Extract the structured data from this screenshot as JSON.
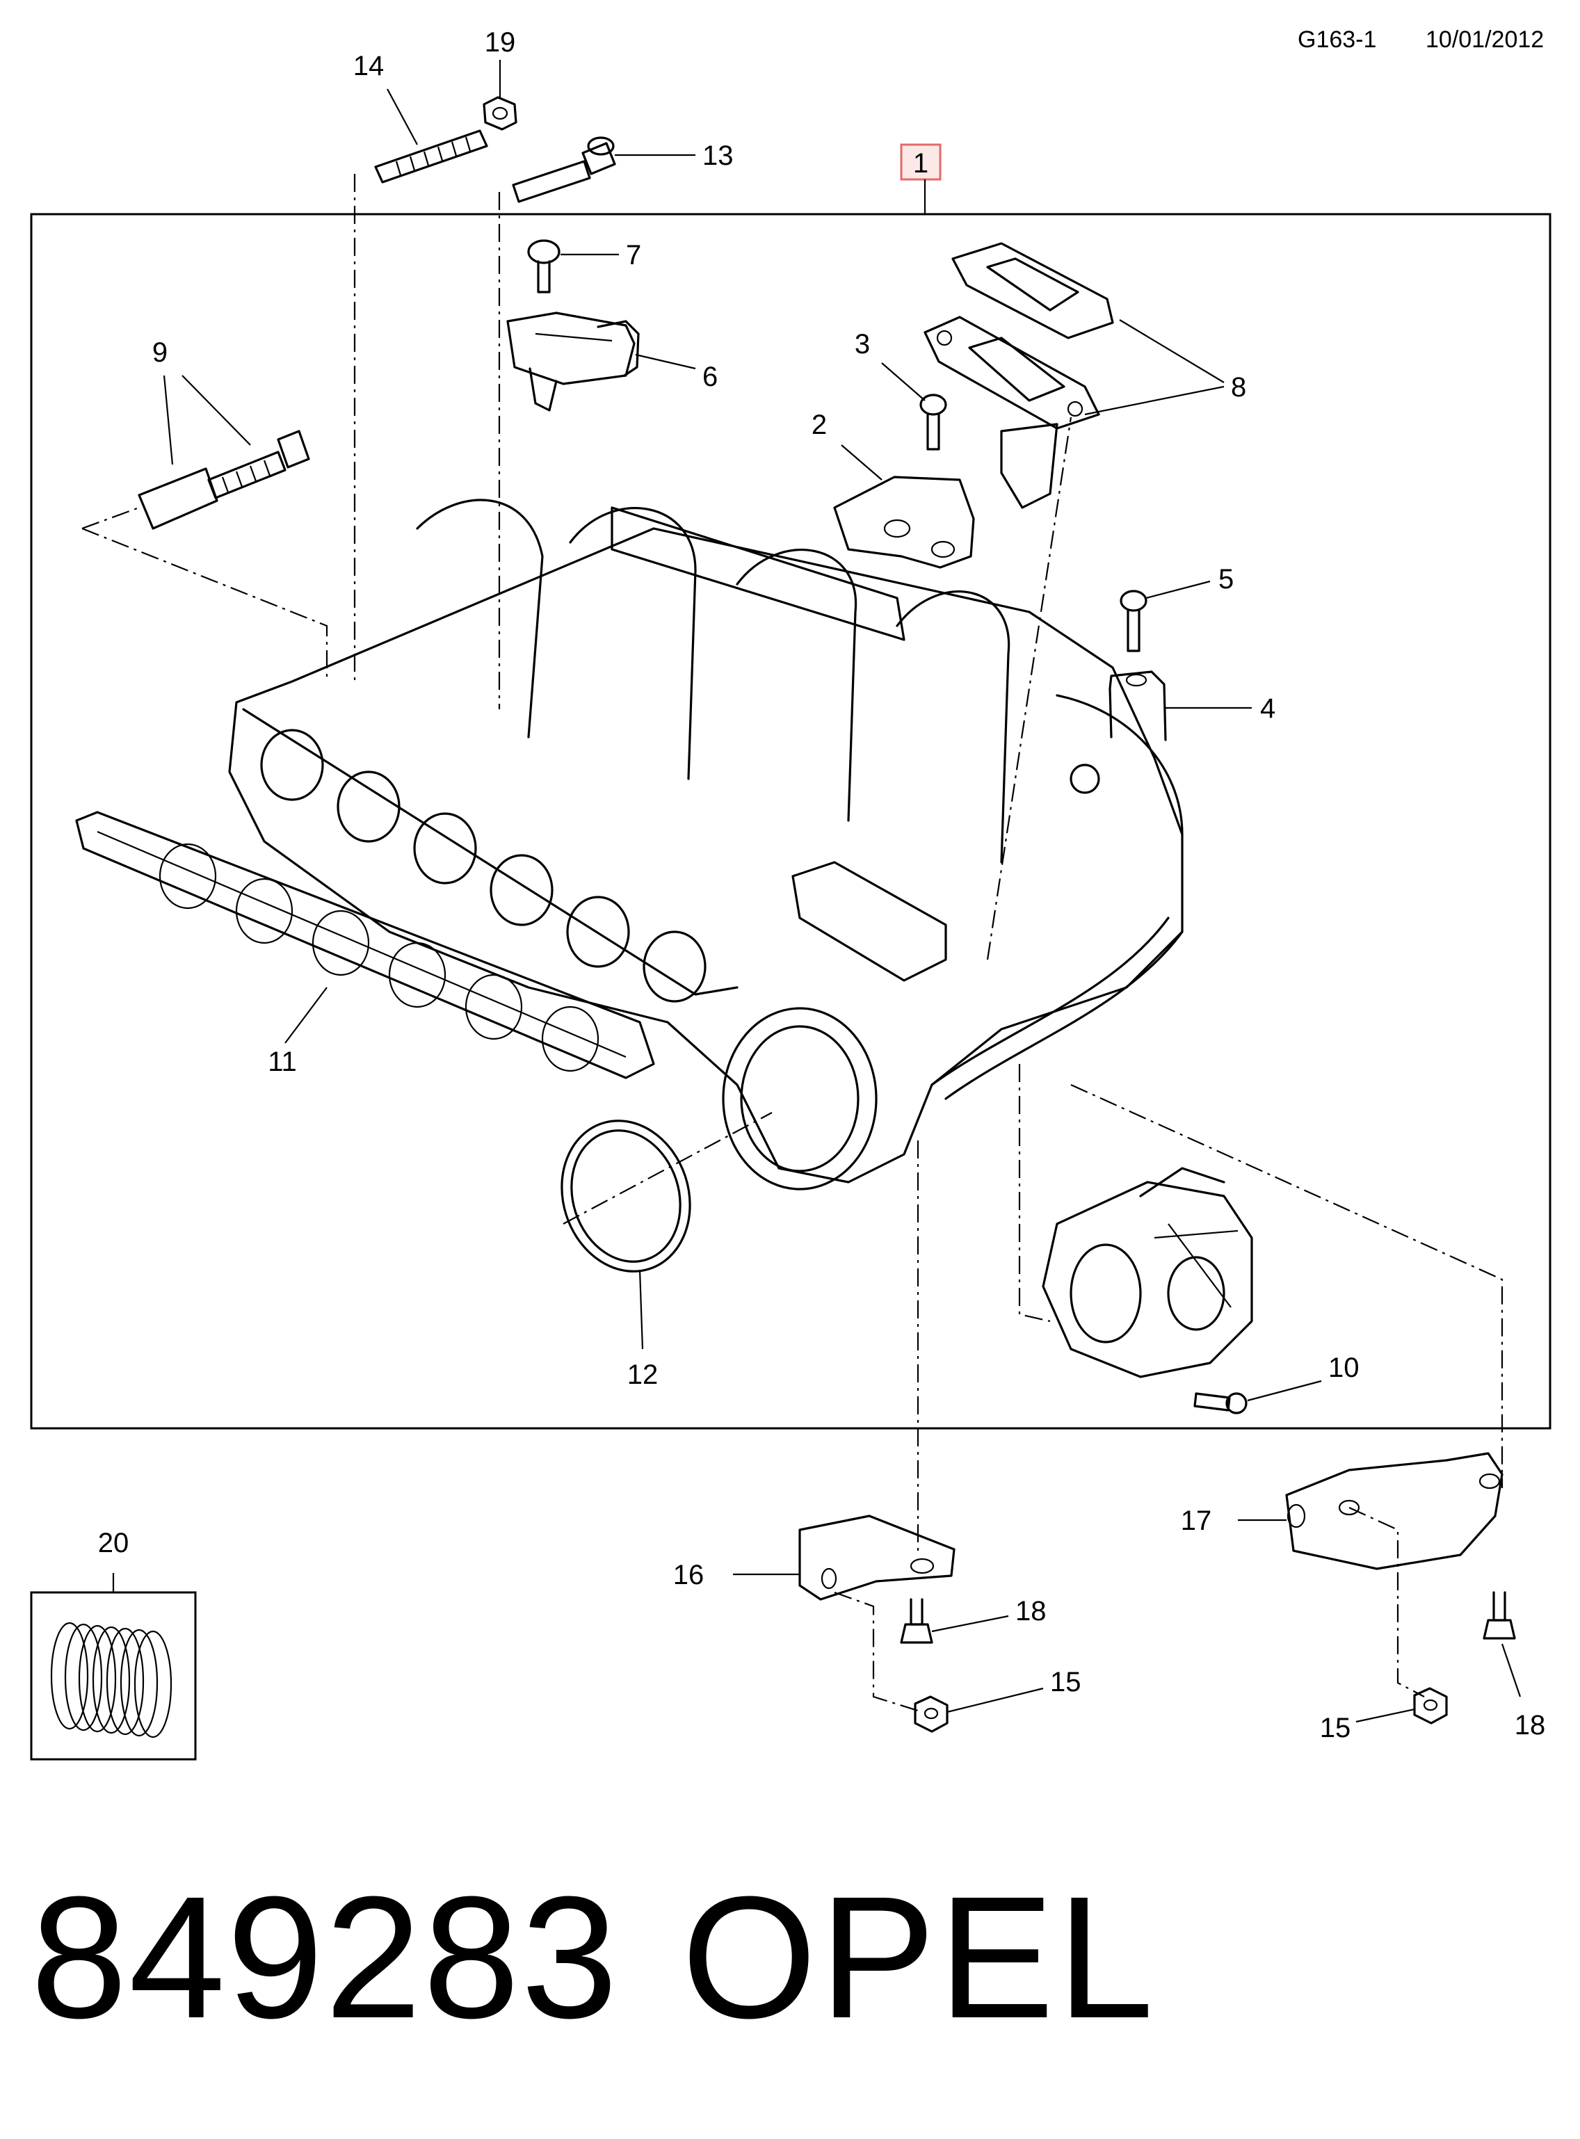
{
  "header": {
    "code": "G163-1",
    "date": "10/01/2012"
  },
  "callouts": {
    "c1": "1",
    "c2": "2",
    "c3": "3",
    "c4": "4",
    "c5": "5",
    "c6": "6",
    "c7": "7",
    "c8": "8",
    "c9": "9",
    "c10": "10",
    "c11": "11",
    "c12": "12",
    "c13": "13",
    "c14": "14",
    "c15a": "15",
    "c15b": "15",
    "c16": "16",
    "c17": "17",
    "c18a": "18",
    "c18b": "18",
    "c19": "19",
    "c20": "20"
  },
  "footer": {
    "part_number": "849283",
    "brand": "OPEL"
  },
  "colors": {
    "line": "#000000",
    "highlight_box": "#e36a6a",
    "background": "#ffffff"
  }
}
